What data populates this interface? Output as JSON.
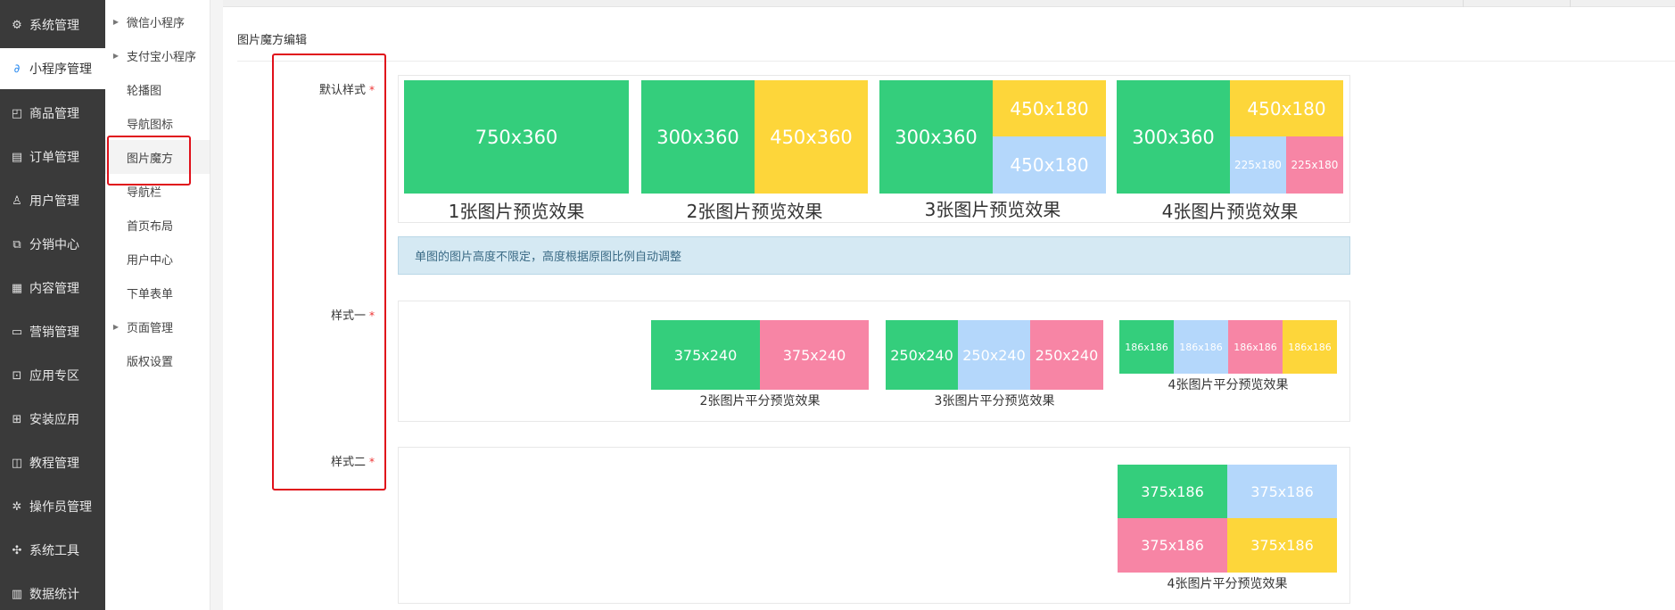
{
  "sidebar": {
    "items": [
      {
        "label": "系统管理",
        "icon": "gear-icon"
      },
      {
        "label": "小程序管理",
        "icon": "link-icon"
      },
      {
        "label": "商品管理",
        "icon": "shopping-bag-icon"
      },
      {
        "label": "订单管理",
        "icon": "clipboard-icon"
      },
      {
        "label": "用户管理",
        "icon": "user-icon"
      },
      {
        "label": "分销中心",
        "icon": "network-icon"
      },
      {
        "label": "内容管理",
        "icon": "article-icon"
      },
      {
        "label": "营销管理",
        "icon": "ticket-icon"
      },
      {
        "label": "应用专区",
        "icon": "plugin-icon"
      },
      {
        "label": "安装应用",
        "icon": "grid-icon"
      },
      {
        "label": "教程管理",
        "icon": "book-icon"
      },
      {
        "label": "操作员管理",
        "icon": "cog-icon"
      },
      {
        "label": "系统工具",
        "icon": "tools-icon"
      },
      {
        "label": "数据统计",
        "icon": "bar-chart-icon"
      }
    ]
  },
  "submenu": {
    "items": [
      {
        "label": "微信小程序",
        "expandable": true
      },
      {
        "label": "支付宝小程序",
        "expandable": true
      },
      {
        "label": "轮播图"
      },
      {
        "label": "导航图标"
      },
      {
        "label": "图片魔方"
      },
      {
        "label": "导航栏"
      },
      {
        "label": "首页布局"
      },
      {
        "label": "用户中心"
      },
      {
        "label": "下单表单"
      },
      {
        "label": "页面管理",
        "expandable": true
      },
      {
        "label": "版权设置"
      }
    ]
  },
  "main": {
    "title": "图片魔方编辑",
    "labels": {
      "default": "默认样式",
      "style1": "样式一",
      "style2": "样式二"
    },
    "info_text": "单图的图片高度不限定，高度根据原图比例自动调整",
    "default_previews": [
      {
        "blocks": [
          "750x360"
        ],
        "caption": "1张图片预览效果"
      },
      {
        "blocks": [
          "300x360",
          "450x360"
        ],
        "caption": "2张图片预览效果"
      },
      {
        "blocks": [
          "300x360",
          "450x180",
          "450x180"
        ],
        "caption": "3张图片预览效果"
      },
      {
        "blocks": [
          "300x360",
          "450x180",
          "225x180",
          "225x180"
        ],
        "caption": "4张图片预览效果"
      }
    ],
    "style1_previews": [
      {
        "blocks": [
          "375x240",
          "375x240"
        ],
        "caption": "2张图片平分预览效果"
      },
      {
        "blocks": [
          "250x240",
          "250x240",
          "250x240"
        ],
        "caption": "3张图片平分预览效果"
      },
      {
        "blocks": [
          "186x186",
          "186x186",
          "186x186",
          "186x186"
        ],
        "caption": "4张图片平分预览效果"
      }
    ],
    "style2_preview": {
      "blocks": [
        "375x186",
        "375x186",
        "375x186",
        "375x186"
      ],
      "caption": "4张图片平分预览效果"
    }
  },
  "colors": {
    "green": "#34ce7c",
    "yellow": "#fdd63a",
    "blue": "#b4d7fb",
    "pink": "#f785a5",
    "highlight": "#e0101a"
  }
}
